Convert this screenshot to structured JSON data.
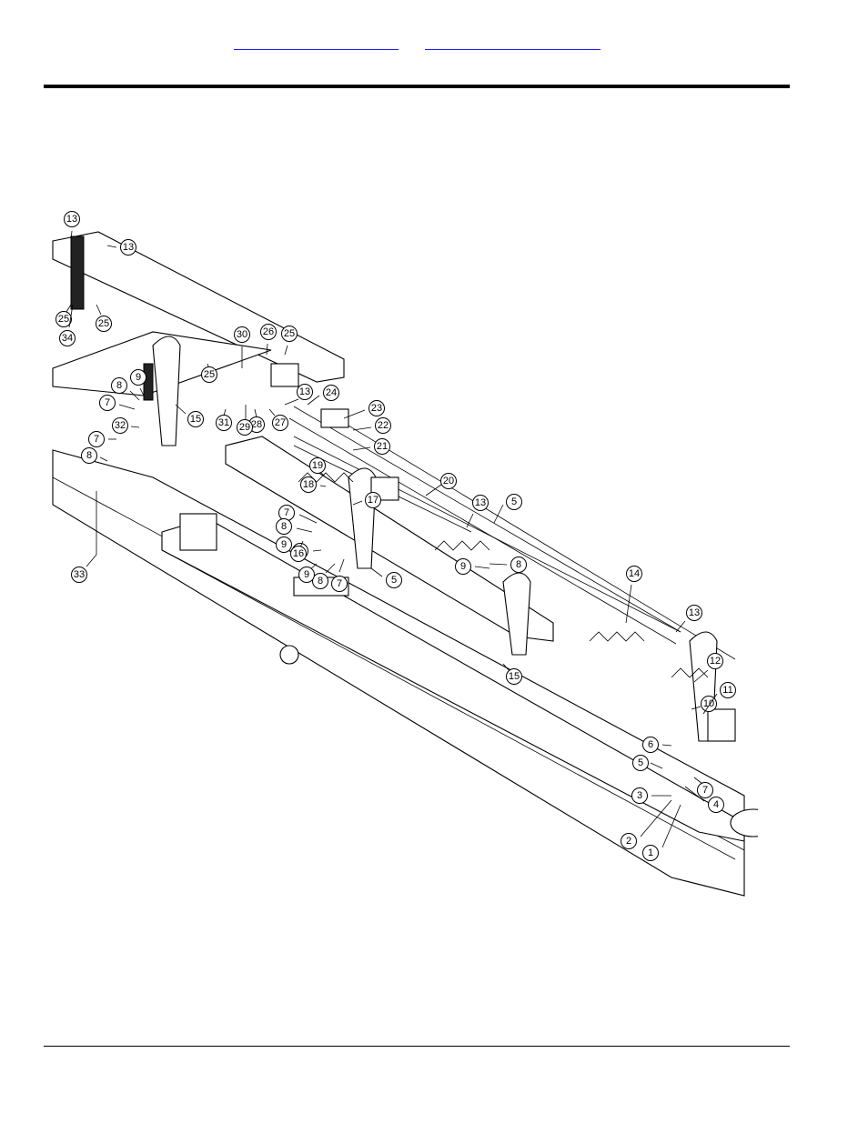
{
  "header": {
    "links": [
      "",
      ""
    ]
  },
  "diagram": {
    "callouts": [
      "1",
      "2",
      "3",
      "4",
      "5",
      "5",
      "5",
      "6",
      "7",
      "7",
      "7",
      "7",
      "7",
      "7",
      "8",
      "8",
      "8",
      "8",
      "8",
      "9",
      "9",
      "9",
      "9",
      "10",
      "11",
      "12",
      "13",
      "13",
      "13",
      "13",
      "13",
      "14",
      "15",
      "15",
      "16",
      "17",
      "18",
      "19",
      "20",
      "21",
      "22",
      "23",
      "24",
      "25",
      "25",
      "25",
      "25",
      "26",
      "27",
      "28",
      "29",
      "30",
      "31",
      "32",
      "33",
      "34"
    ]
  },
  "colors": {
    "ink": "#000000",
    "link": "#1a1aff",
    "paper": "#ffffff"
  }
}
